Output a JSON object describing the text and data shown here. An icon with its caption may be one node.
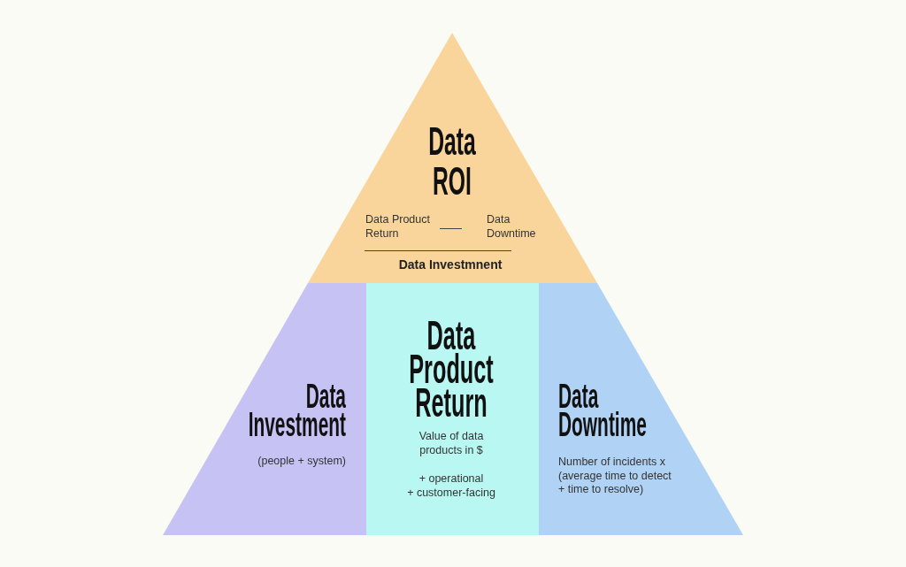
{
  "diagram": {
    "nodes": [
      {
        "text": [
          "Data ROI",
          "Data Product Return",
          "Data Downtime",
          "Data Investmnent"
        ]
      },
      {
        "text": [
          "Data Investment",
          "(people + system)"
        ]
      },
      {
        "text": [
          "Data Product Return",
          "Value of data products in $",
          "+ operational",
          "+ customer-facing"
        ]
      },
      {
        "text": [
          "Data Downtime",
          "Number of incidents x (average time to detect + time to resolve)"
        ]
      }
    ]
  }
}
